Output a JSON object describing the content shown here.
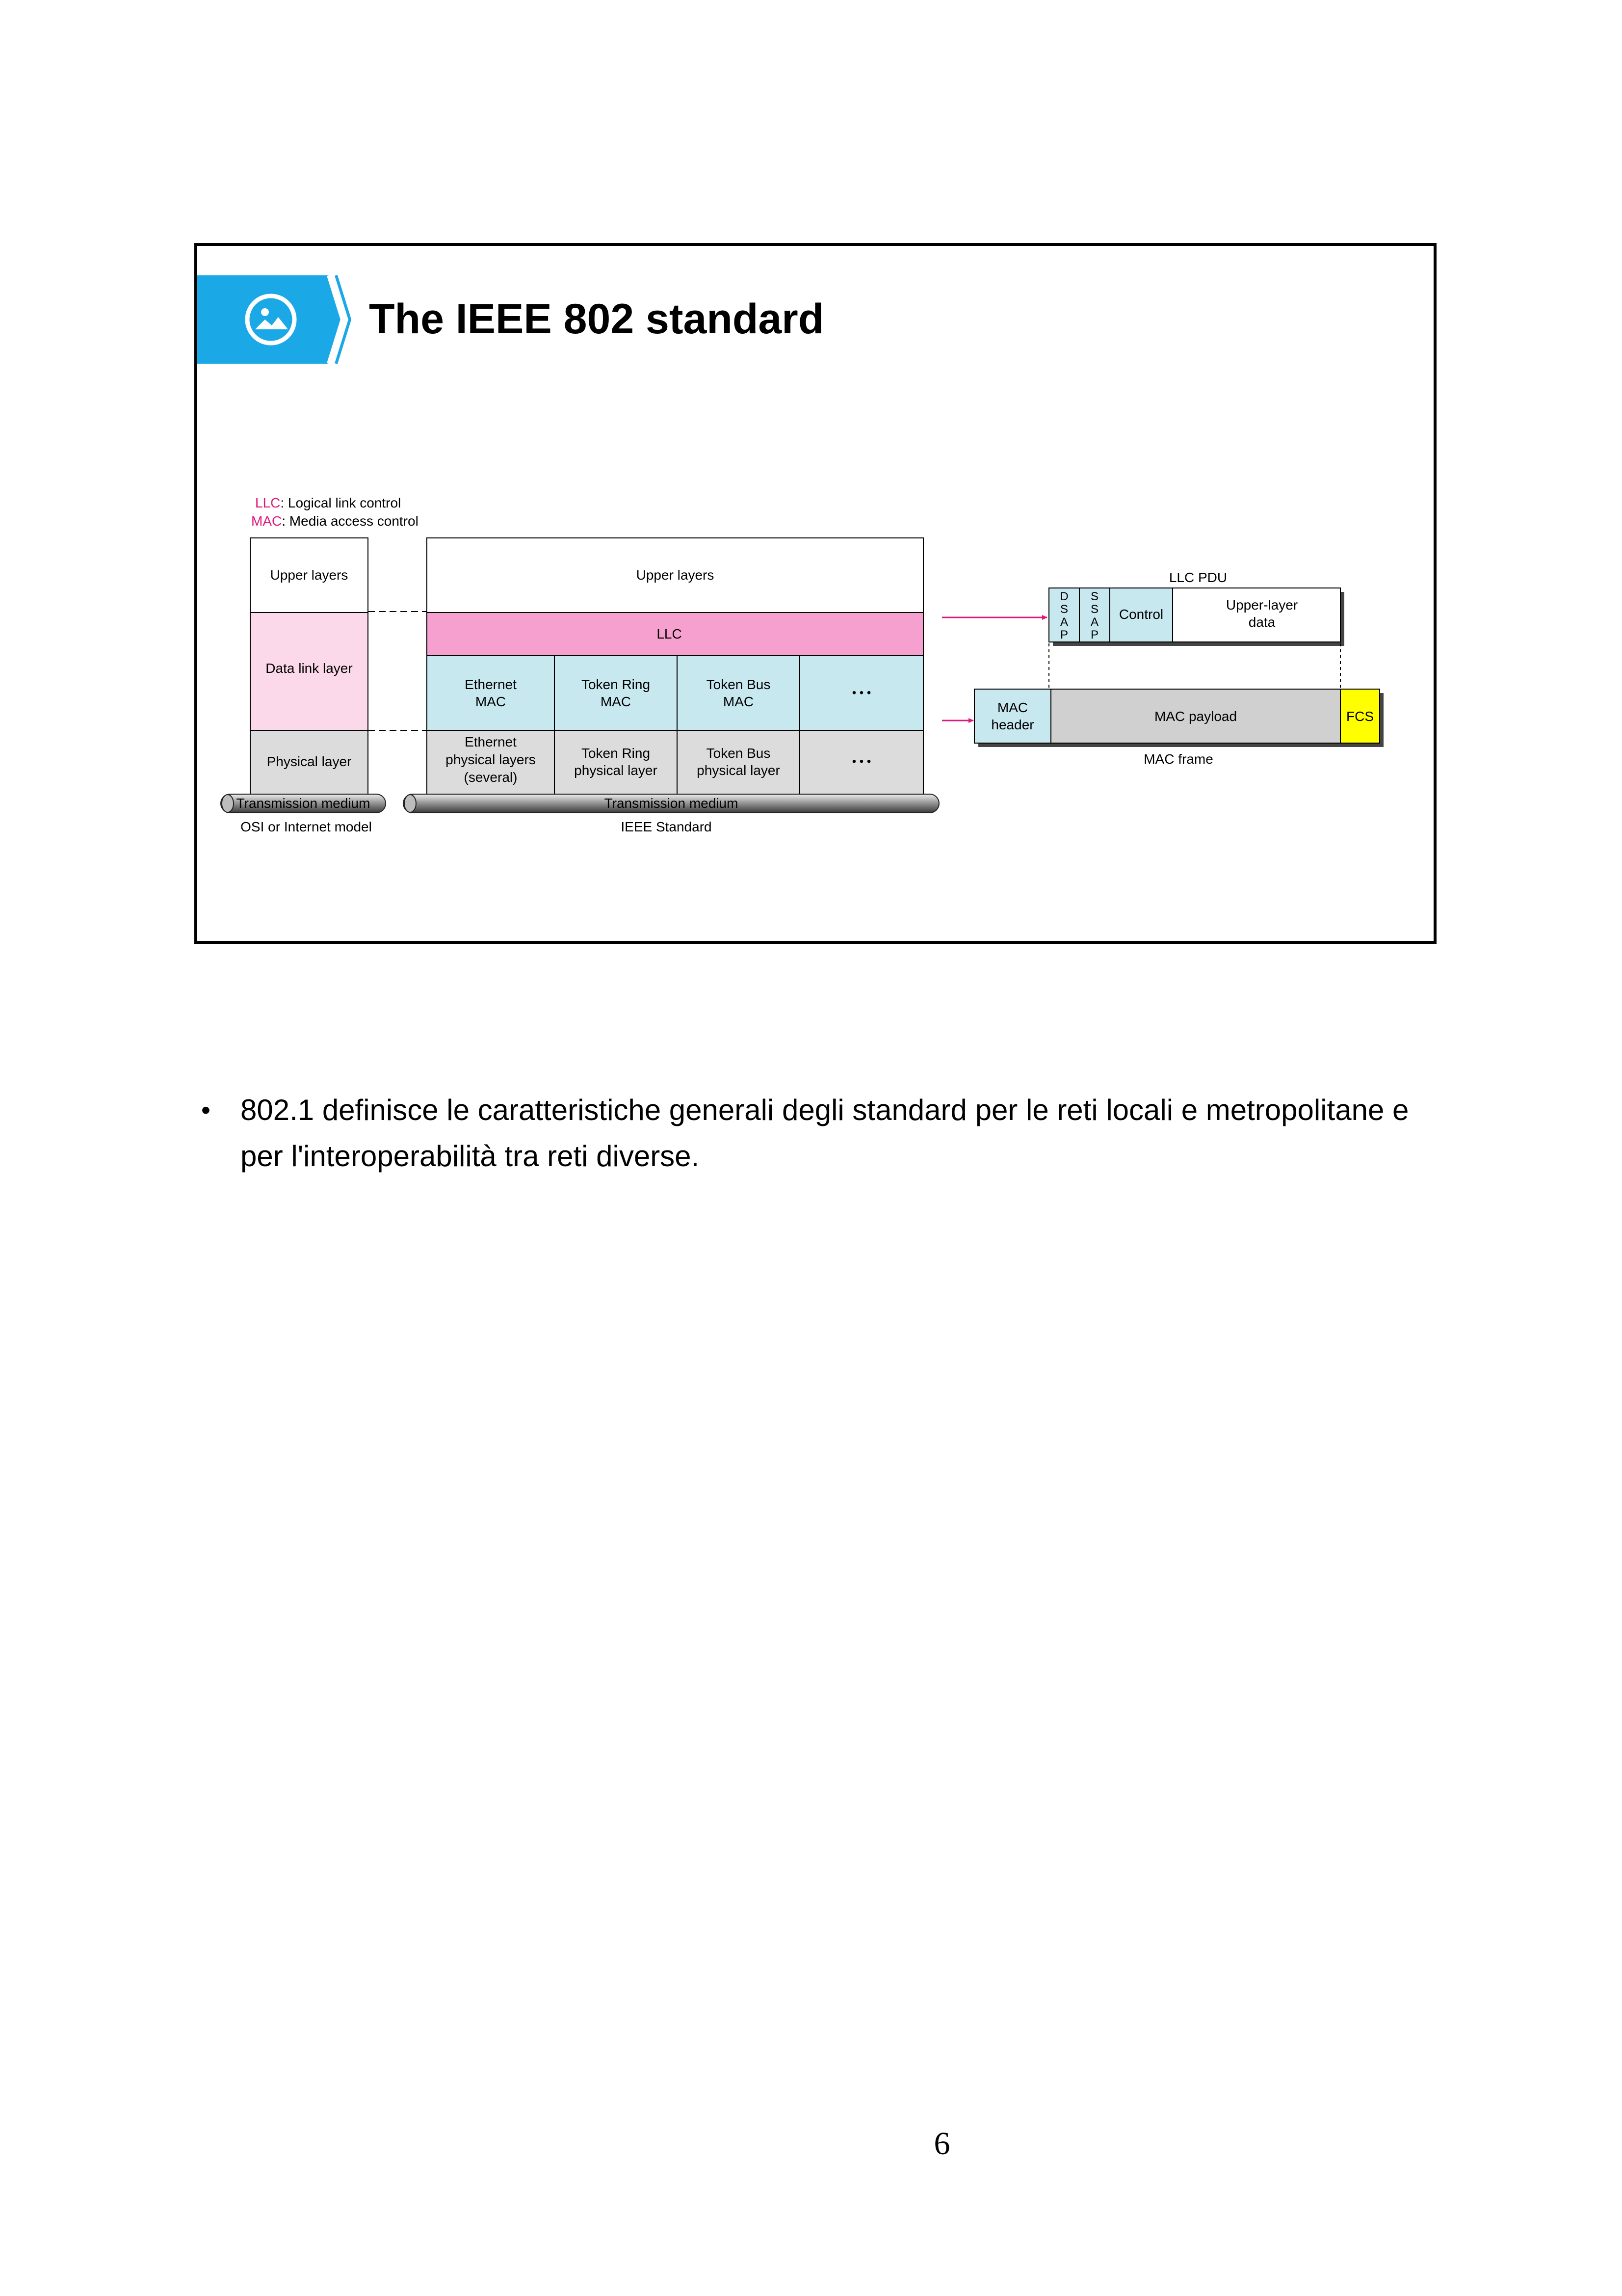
{
  "slide": {
    "title": "The IEEE 802 standard",
    "header_icon": "image-icon",
    "colors": {
      "accent_blue": "#1aa9e6",
      "llc_pink": "#f5a0cf",
      "data_link_pink": "#fbd9ea",
      "mac_cyan": "#c8e8f0",
      "physical_gray": "#dcdcdc",
      "fcs_yellow": "#ffff00",
      "arrow_magenta": "#e0177c"
    },
    "legend": {
      "llc_abbr": "LLC",
      "llc_text": ": Logical link control",
      "mac_abbr": "MAC",
      "mac_text": ": Media access control"
    },
    "osi": {
      "upper": "Upper layers",
      "datalink": "Data link layer",
      "physical": "Physical layer",
      "medium": "Transmission medium",
      "caption": "OSI or Internet model"
    },
    "ieee": {
      "upper": "Upper layers",
      "llc": "LLC",
      "mac_cells": [
        {
          "line1": "Ethernet",
          "line2": "MAC"
        },
        {
          "line1": "Token Ring",
          "line2": "MAC"
        },
        {
          "line1": "Token Bus",
          "line2": "MAC"
        }
      ],
      "ellipsis": "• • •",
      "phy_cells": [
        {
          "line1": "Ethernet",
          "line2": "physical layers",
          "line3": "(several)"
        },
        {
          "line1": "Token Ring",
          "line2": "physical layer"
        },
        {
          "line1": "Token Bus",
          "line2": "physical layer"
        }
      ],
      "medium": "Transmission medium",
      "caption": "IEEE Standard"
    },
    "pdu": {
      "title": "LLC PDU",
      "dsap": [
        "D",
        "S",
        "A",
        "P"
      ],
      "ssap": [
        "S",
        "S",
        "A",
        "P"
      ],
      "control": "Control",
      "upper_line1": "Upper-layer",
      "upper_line2": "data"
    },
    "frame": {
      "header_line1": "MAC",
      "header_line2": "header",
      "payload": "MAC payload",
      "fcs": "FCS",
      "caption": "MAC frame"
    }
  },
  "body": {
    "bullet_marker": "•",
    "bullet_text": "802.1 definisce le caratteristiche generali degli standard per le reti locali e metropolitane e per l'interoperabilità tra reti diverse."
  },
  "page_number": "6"
}
